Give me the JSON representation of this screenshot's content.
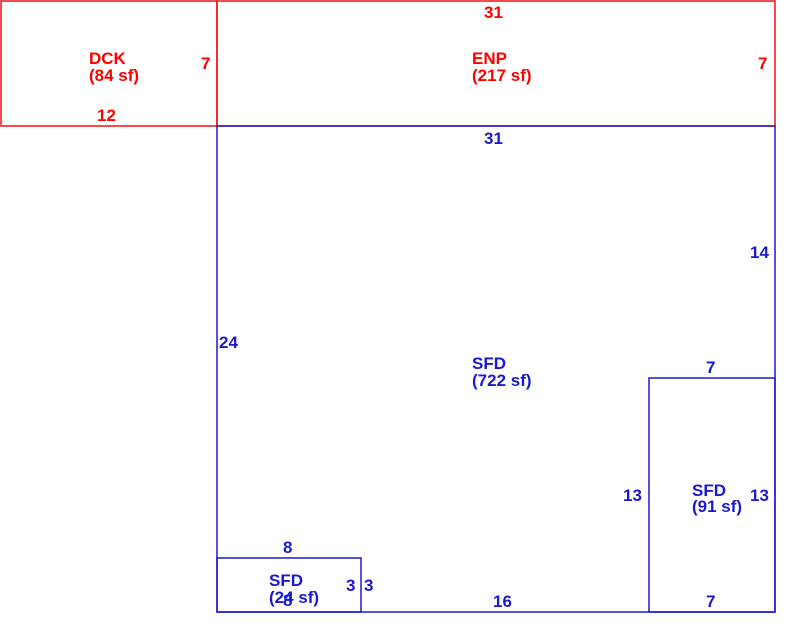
{
  "areas": [
    {
      "id": "dck",
      "code": "DCK",
      "area": "(84 sf)",
      "color": "#ee1111",
      "dims": {
        "left_side": "7",
        "bottom": "12"
      }
    },
    {
      "id": "enp",
      "code": "ENP",
      "area": "(217 sf)",
      "color": "#ee1111",
      "dims": {
        "top": "31",
        "right": "7"
      }
    },
    {
      "id": "sfd_main",
      "code": "SFD",
      "area": "(722 sf)",
      "color": "#1a1acc",
      "dims": {
        "top": "31",
        "left": "24",
        "right": "14",
        "bottom": "16"
      }
    },
    {
      "id": "sfd_right",
      "code": "SFD",
      "area": "(91 sf)",
      "color": "#1a1acc",
      "dims": {
        "top": "7",
        "left": "13",
        "right": "13",
        "bottom": "7"
      }
    },
    {
      "id": "sfd_small",
      "code": "SFD",
      "area": "(24 sf)",
      "color": "#1a1acc",
      "dims": {
        "top": "8",
        "left": "3",
        "right": "3",
        "bottom": "8"
      }
    }
  ]
}
